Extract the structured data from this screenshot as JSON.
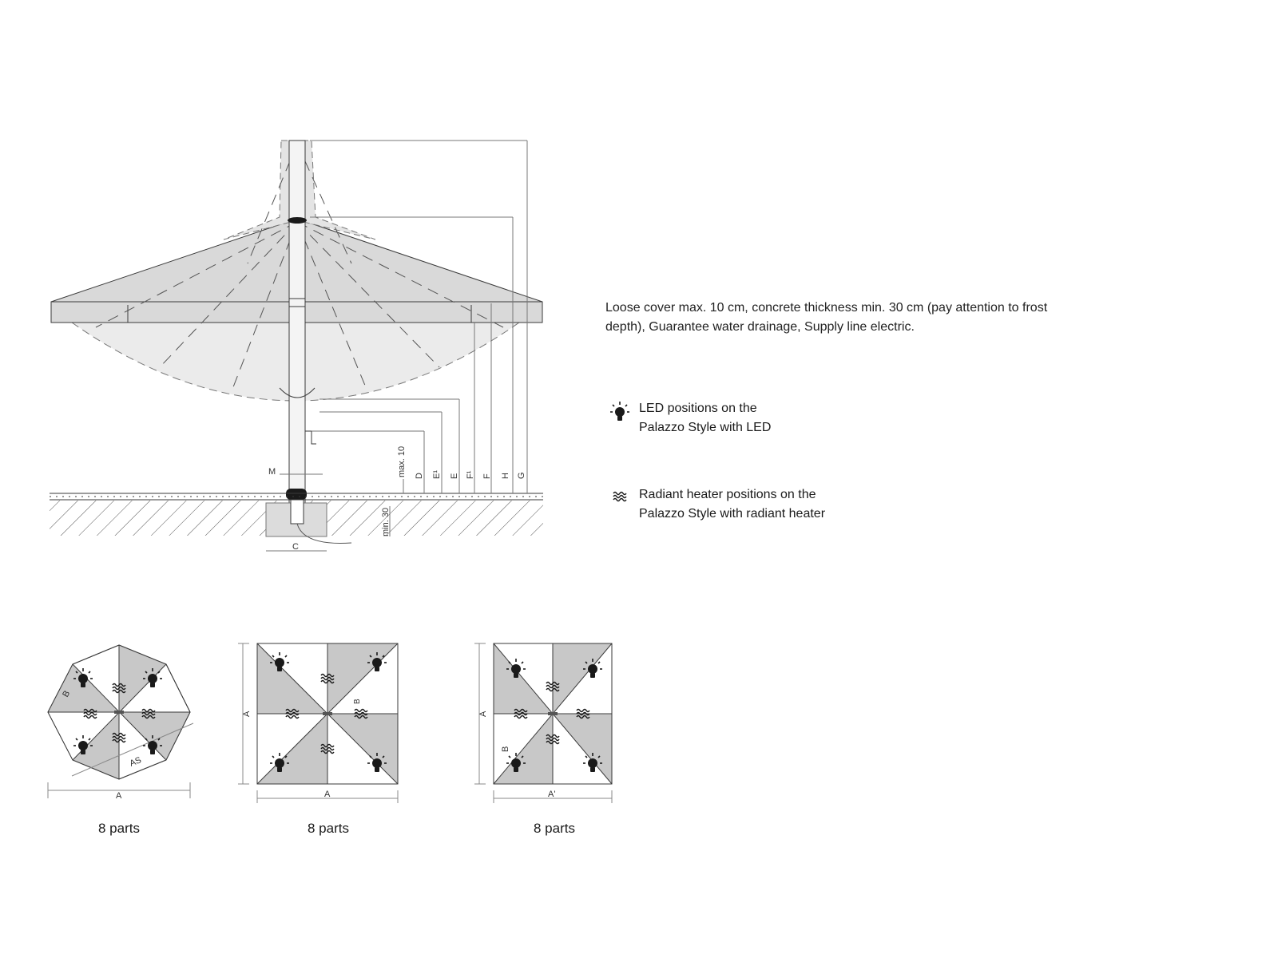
{
  "install_note": "Loose cover max. 10 cm, concrete thickness min. 30 cm (pay attention to frost depth), Guarantee water drainage, Supply line electric.",
  "legend": {
    "led": {
      "icon": "bulb-icon",
      "label": "LED positions on the Palazzo Style with LED"
    },
    "heater": {
      "icon": "heater-wave-icon",
      "label": "Radiant heater positions on the Palazzo Style with radiant heater"
    }
  },
  "side_view": {
    "dimensions": {
      "m": "M",
      "max10": "max. 10",
      "min30": "min. 30",
      "c": "C",
      "d": "D",
      "e1": "E¹",
      "e": "E",
      "f1": "F¹",
      "f": "F",
      "h": "H",
      "g": "G"
    }
  },
  "plan_views": [
    {
      "shape": "octagon",
      "labels": {
        "a": "A",
        "b": "B",
        "as": "AS"
      },
      "parts_label": "8 parts"
    },
    {
      "shape": "square",
      "labels": {
        "a_bottom": "A",
        "a_side": "A",
        "b": "B"
      },
      "parts_label": "8 parts"
    },
    {
      "shape": "rectangle",
      "labels": {
        "a_bottom": "A'",
        "a_side": "A",
        "b": "B"
      },
      "parts_label": "8 parts"
    }
  ],
  "colors": {
    "line": "#3a3a3a",
    "canopy_fill": "#d9d9d9",
    "light_fill": "#ebebeb",
    "shaded_segment": "#c8c8c8"
  }
}
